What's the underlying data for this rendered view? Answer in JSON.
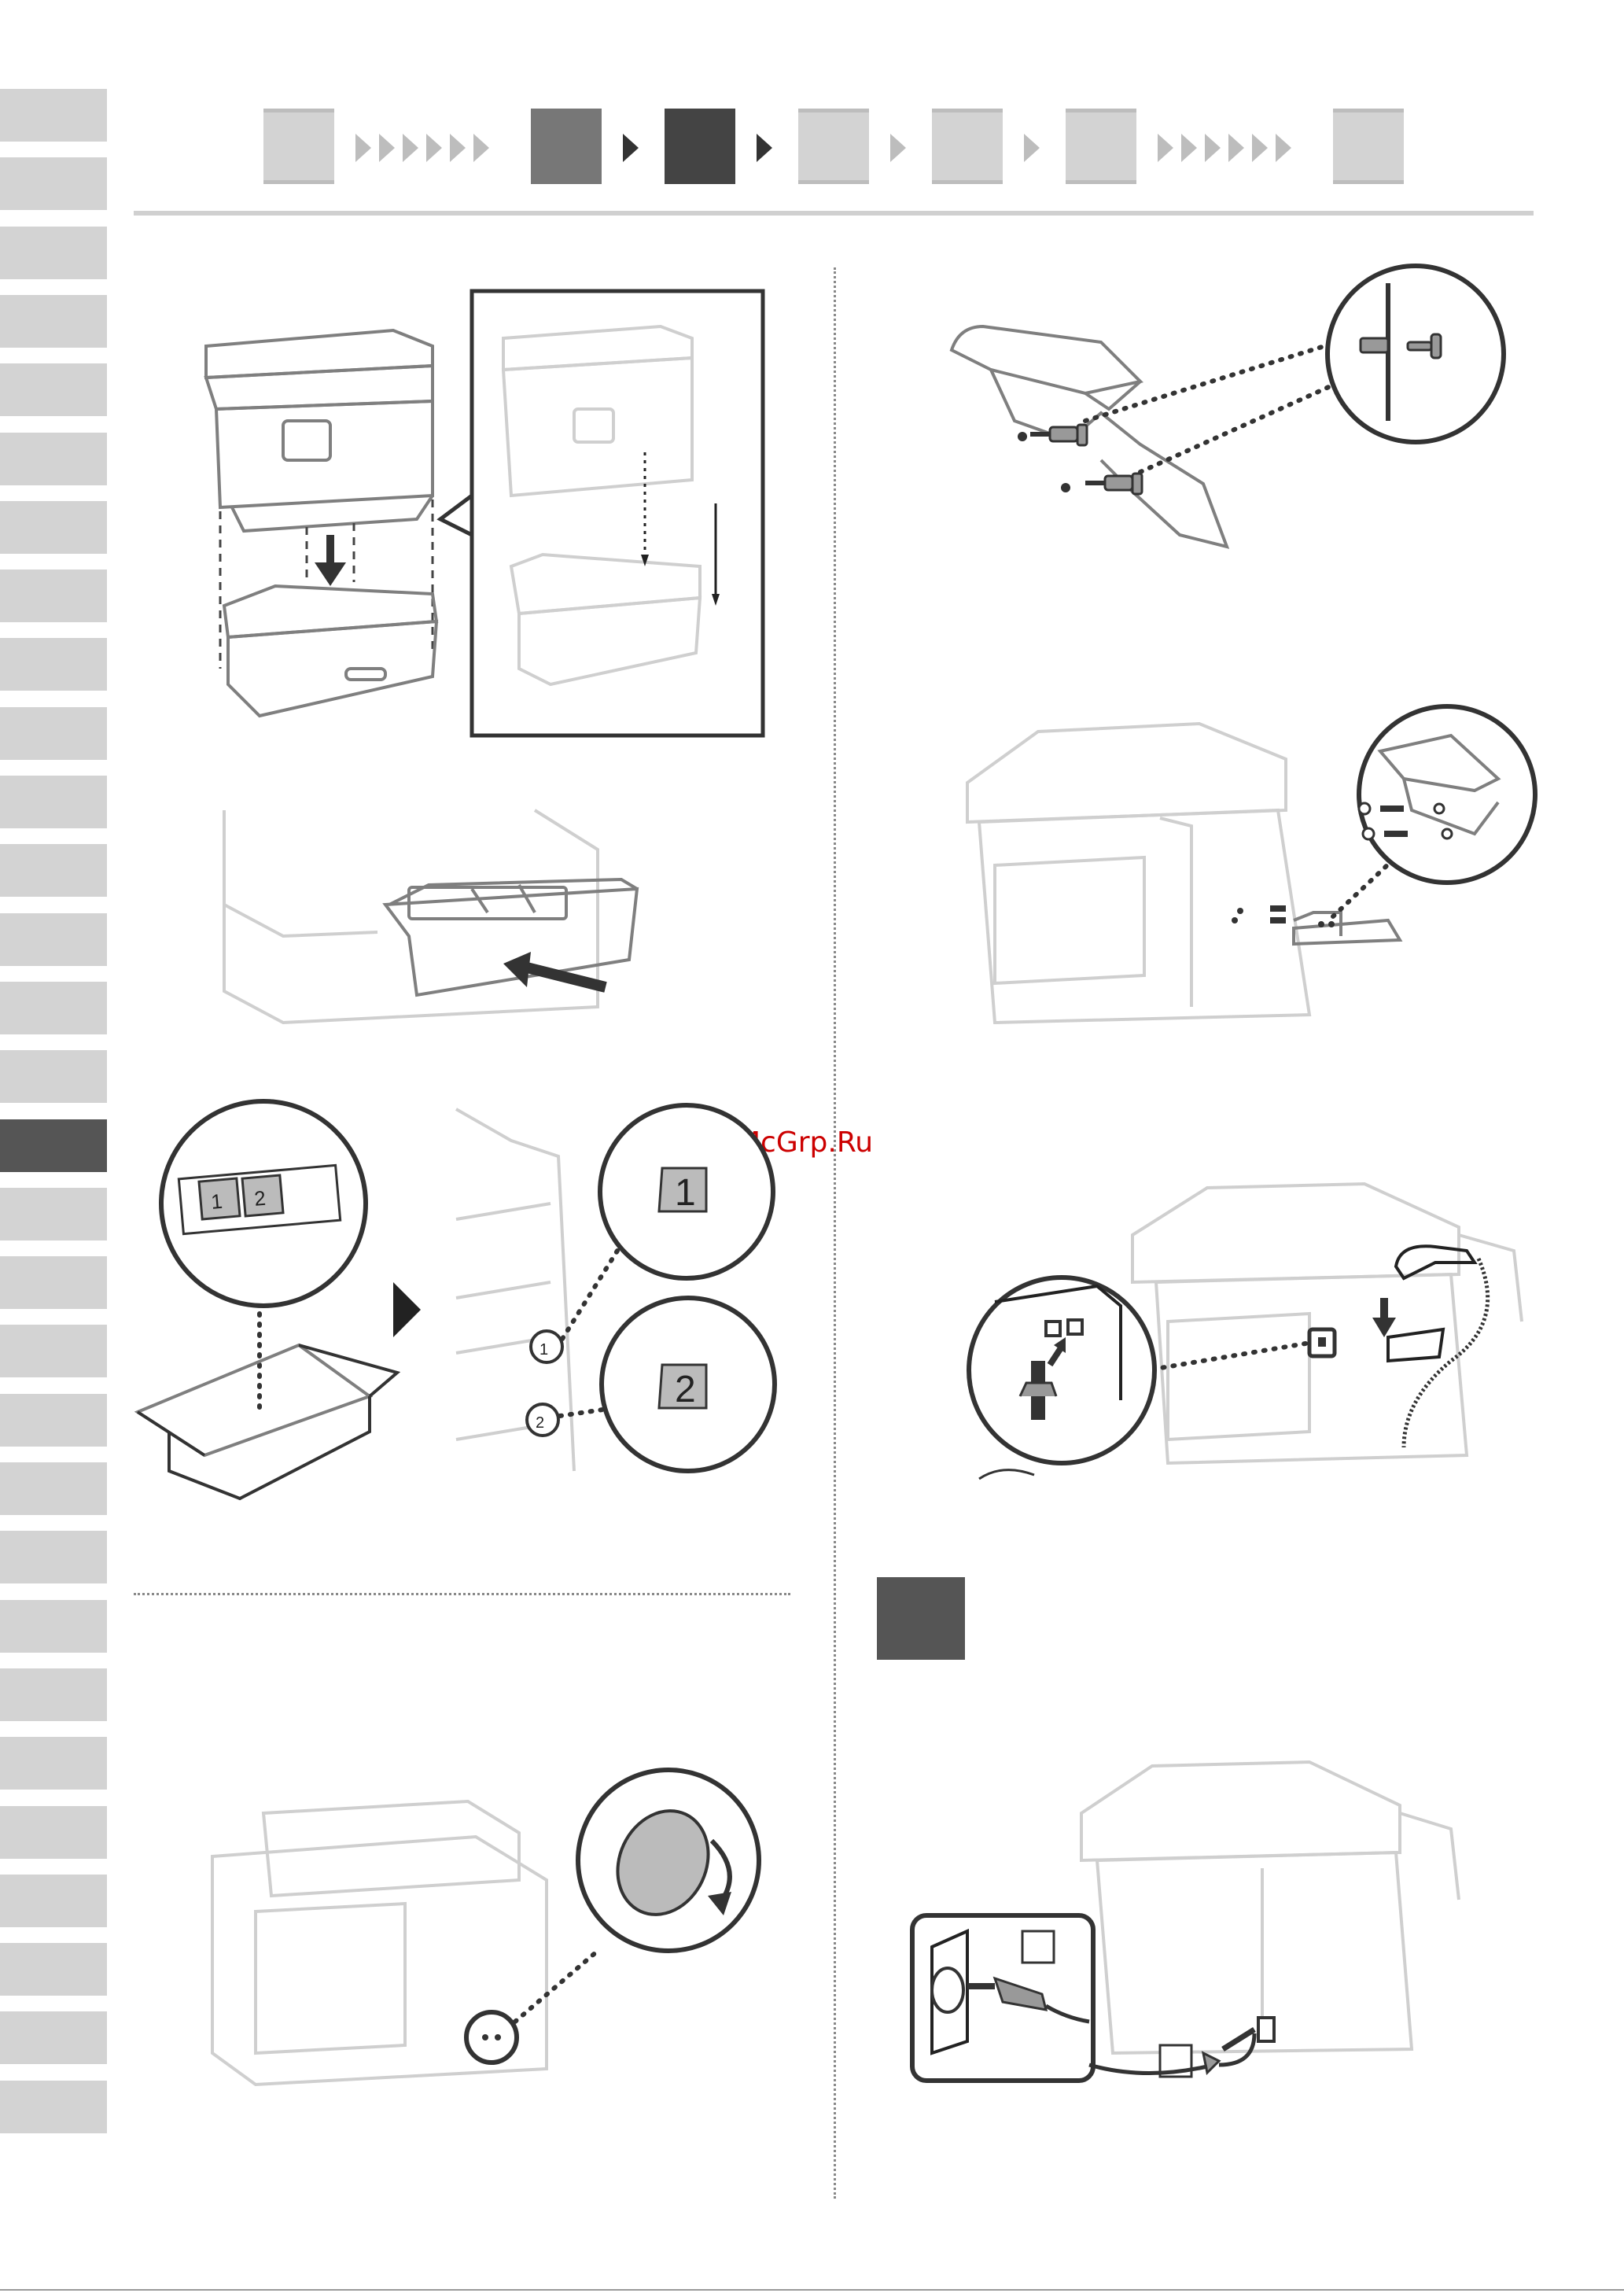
{
  "watermark": "McGrp.Ru",
  "cassette_labels": [
    "1",
    "2"
  ],
  "colors": {
    "tab_inactive": "#d3d3d3",
    "tab_active": "#555555",
    "step_light": "#bdbdbd",
    "step_mid": "#777777",
    "step_dark": "#444444"
  },
  "language_tabs": {
    "count": 30,
    "active_index": 15
  },
  "progress_steps": {
    "count": 7,
    "current_index": 2,
    "completed_index": 1
  },
  "illustrations": [
    "cassette-feeder-install",
    "paper-drawer-insert",
    "drawer-label-stickers",
    "remove-cap",
    "handset-holder-screws",
    "attach-handset-holder",
    "connect-handset",
    "power-cord-connect"
  ]
}
